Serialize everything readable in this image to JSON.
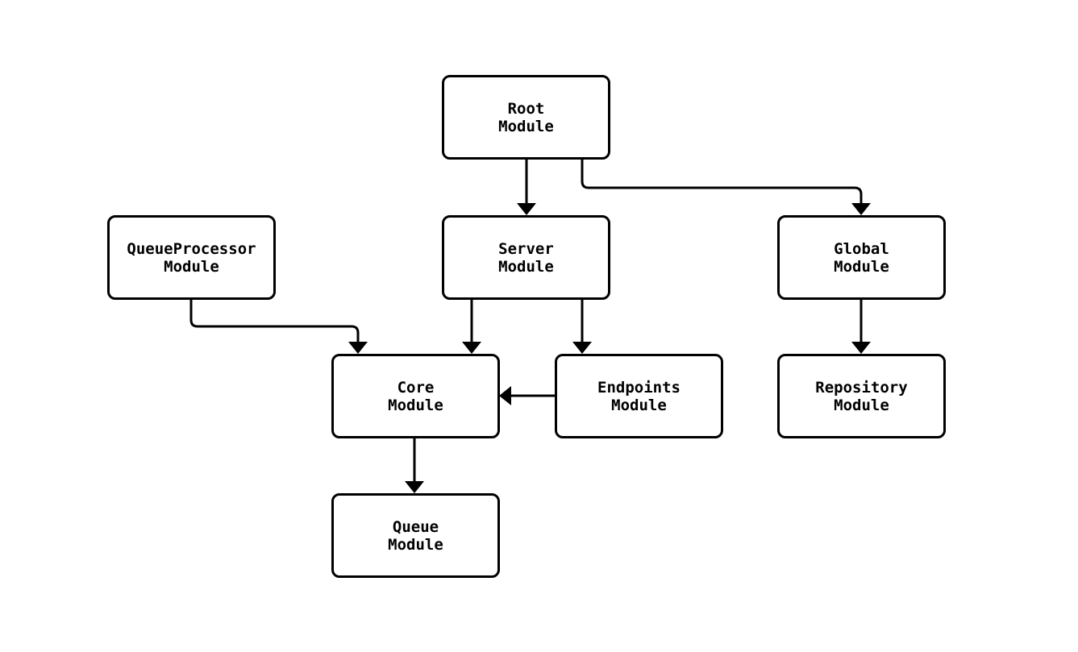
{
  "diagram": {
    "type": "flowchart",
    "background_color": "#ffffff",
    "node_fill_color": "#ffffff",
    "stroke_color": "#000000",
    "text_color": "#000000",
    "nodes": {
      "root": {
        "line1": "Root",
        "line2": "Module"
      },
      "queue_processor": {
        "line1": "QueueProcessor",
        "line2": "Module"
      },
      "server": {
        "line1": "Server",
        "line2": "Module"
      },
      "global": {
        "line1": "Global",
        "line2": "Module"
      },
      "core": {
        "line1": "Core",
        "line2": "Module"
      },
      "endpoints": {
        "line1": "Endpoints",
        "line2": "Module"
      },
      "repository": {
        "line1": "Repository",
        "line2": "Module"
      },
      "queue": {
        "line1": "Queue",
        "line2": "Module"
      }
    },
    "edges": [
      {
        "from": "Root Module",
        "to": "Server Module"
      },
      {
        "from": "Root Module",
        "to": "Global Module"
      },
      {
        "from": "QueueProcessor Module",
        "to": "Core Module"
      },
      {
        "from": "Server Module",
        "to": "Core Module"
      },
      {
        "from": "Server Module",
        "to": "Endpoints Module"
      },
      {
        "from": "Endpoints Module",
        "to": "Core Module"
      },
      {
        "from": "Global Module",
        "to": "Repository Module"
      },
      {
        "from": "Core Module",
        "to": "Queue Module"
      }
    ]
  }
}
